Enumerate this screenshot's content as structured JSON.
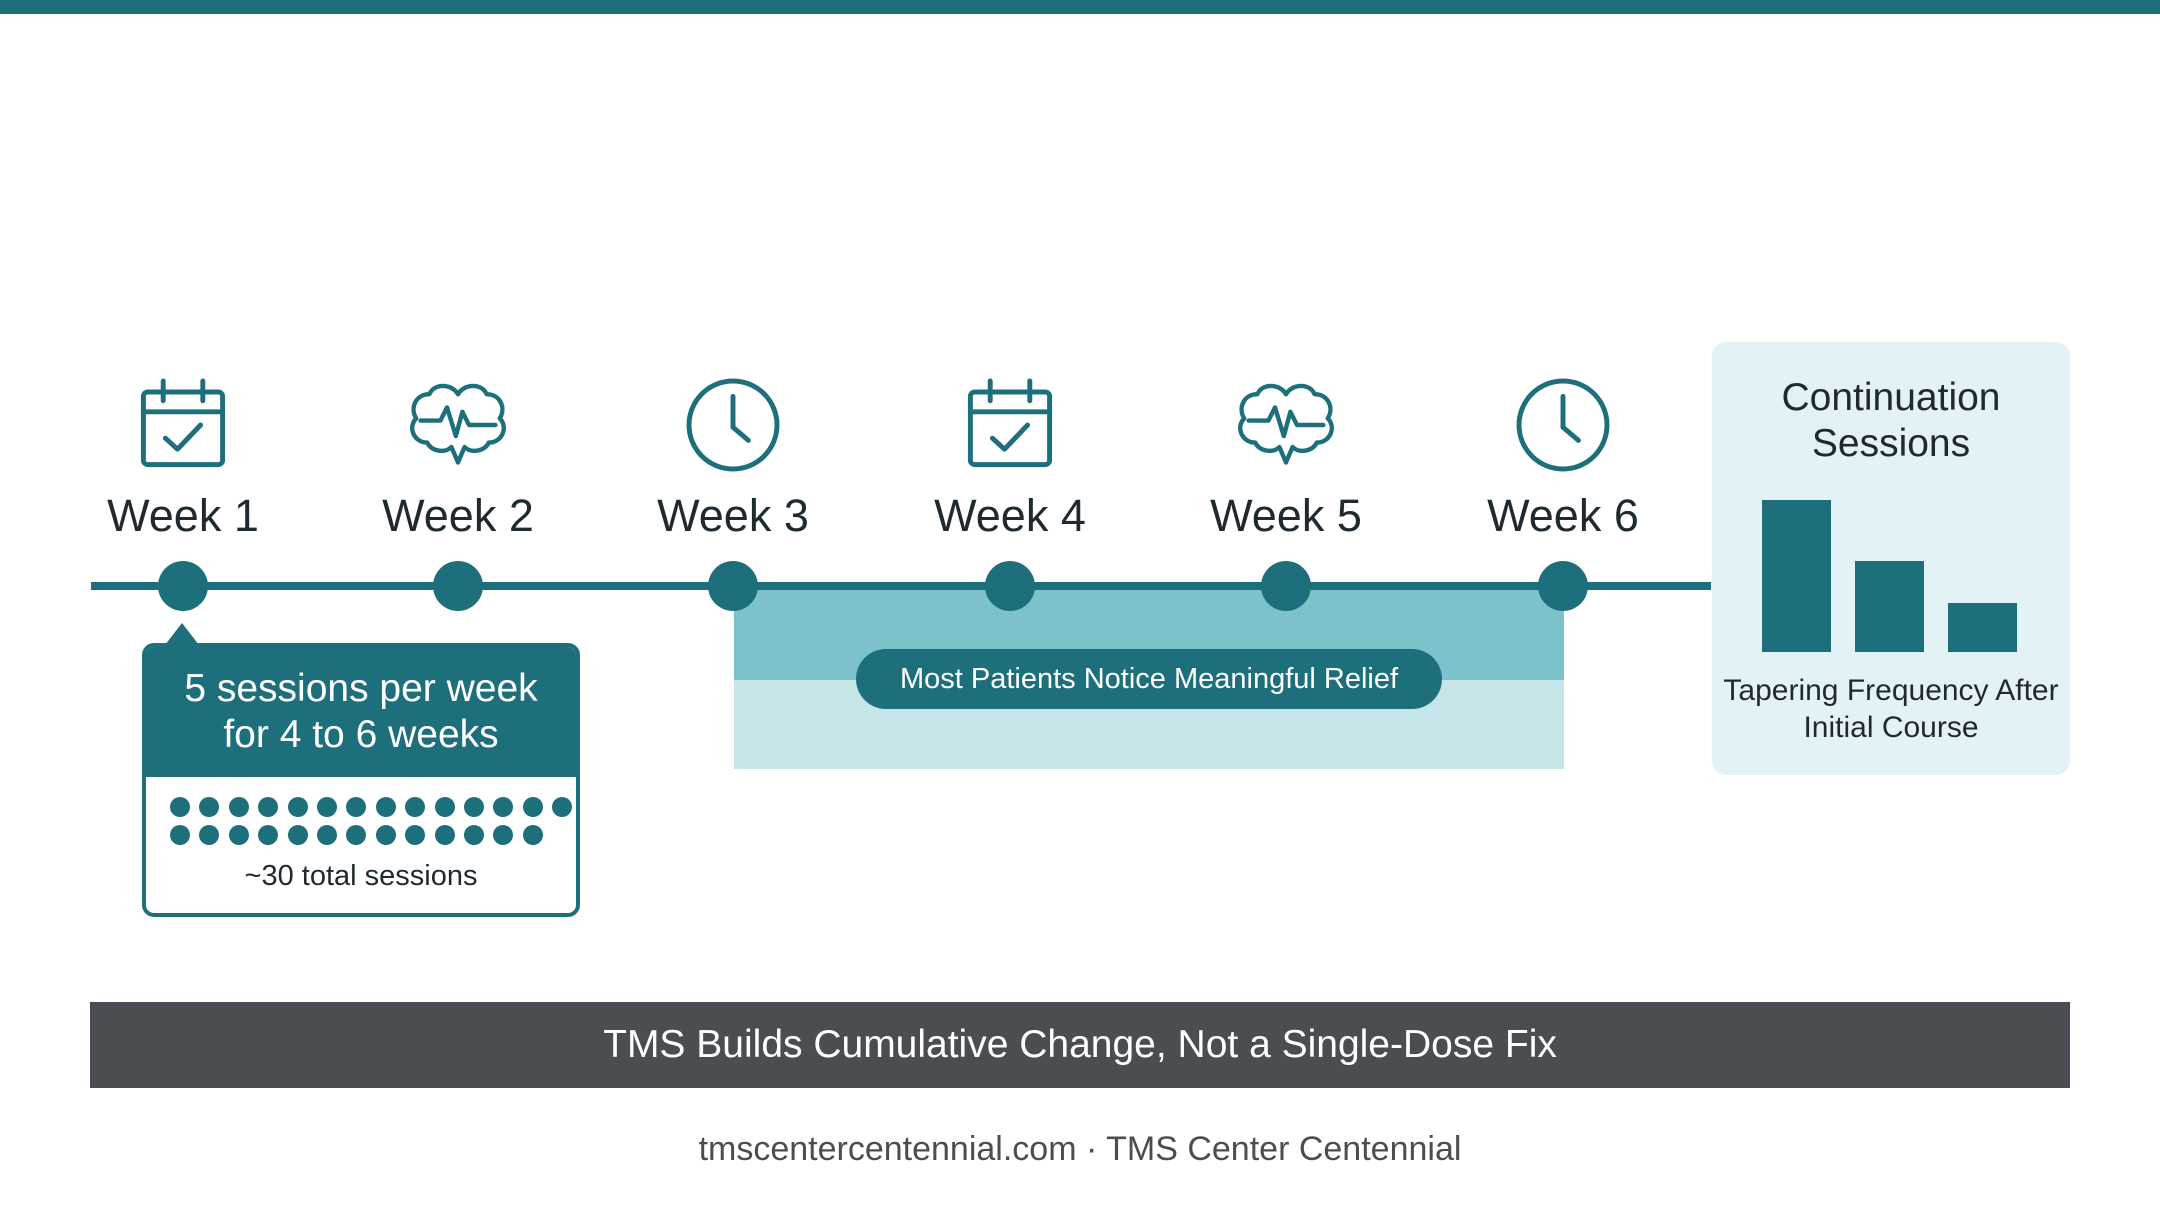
{
  "weeks": [
    {
      "label": "Week 1",
      "icon": "calendar-check-icon"
    },
    {
      "label": "Week 2",
      "icon": "brain-pulse-icon"
    },
    {
      "label": "Week 3",
      "icon": "clock-icon"
    },
    {
      "label": "Week 4",
      "icon": "calendar-check-icon"
    },
    {
      "label": "Week 5",
      "icon": "brain-pulse-icon"
    },
    {
      "label": "Week 6",
      "icon": "clock-icon"
    }
  ],
  "sessions_card": {
    "heading": "5 sessions per week for 4 to 6 weeks",
    "dot_rows": [
      14,
      13
    ],
    "total": "~30 total sessions"
  },
  "relief": {
    "label": "Most Patients Notice Meaningful Relief",
    "week_range": [
      3,
      6
    ]
  },
  "continuation": {
    "title": "Continuation Sessions",
    "taper_levels": [
      1.0,
      0.6,
      0.32
    ],
    "caption": "Tapering Frequency After Initial Course"
  },
  "banner": "TMS Builds Cumulative Change, Not a Single-Dose Fix",
  "footer": "tmscentercentennial.com · TMS Center Centennial",
  "colors": {
    "primary": "#1e6f7c",
    "relief_band_dark": "#7cc2ca",
    "relief_band_light": "#c6e5e9",
    "panel_bg": "#e3f2f4",
    "banner_bg": "#4a4d52"
  }
}
